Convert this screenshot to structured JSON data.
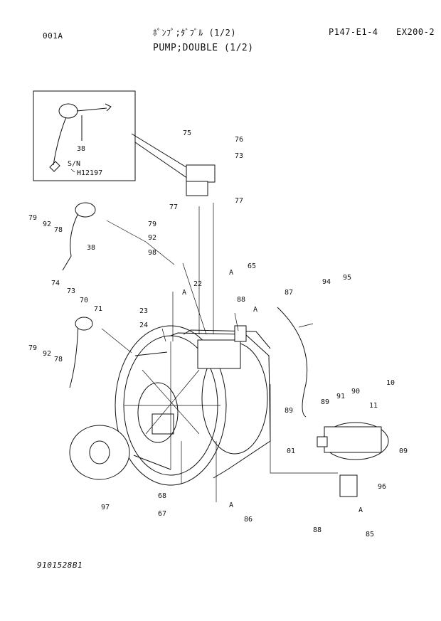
{
  "header": {
    "section_code": "001A",
    "title_jp": "ﾎﾟﾝﾌﾟ;ﾀﾞﾌﾞﾙ (1/2)",
    "title_en": "PUMP;DOUBLE (1/2)",
    "page_ref": "P147-E1-4",
    "model": "EX200-2"
  },
  "inset": {
    "part": "38",
    "serial_label": "S/N",
    "serial_value": "H12197"
  },
  "callouts": [
    "75",
    "76",
    "73",
    "77",
    "77",
    "79",
    "92",
    "98",
    "65",
    "22",
    "A",
    "A",
    "23",
    "24",
    "88",
    "A",
    "87",
    "94",
    "95",
    "79",
    "92",
    "78",
    "38",
    "74",
    "73",
    "70",
    "71",
    "79",
    "92",
    "78",
    "11",
    "10",
    "89",
    "89",
    "91",
    "90",
    "01",
    "09",
    "96",
    "A",
    "85",
    "88",
    "97",
    "68",
    "67",
    "A",
    "86"
  ],
  "footer": {
    "drawing_no": "9101528B1"
  }
}
